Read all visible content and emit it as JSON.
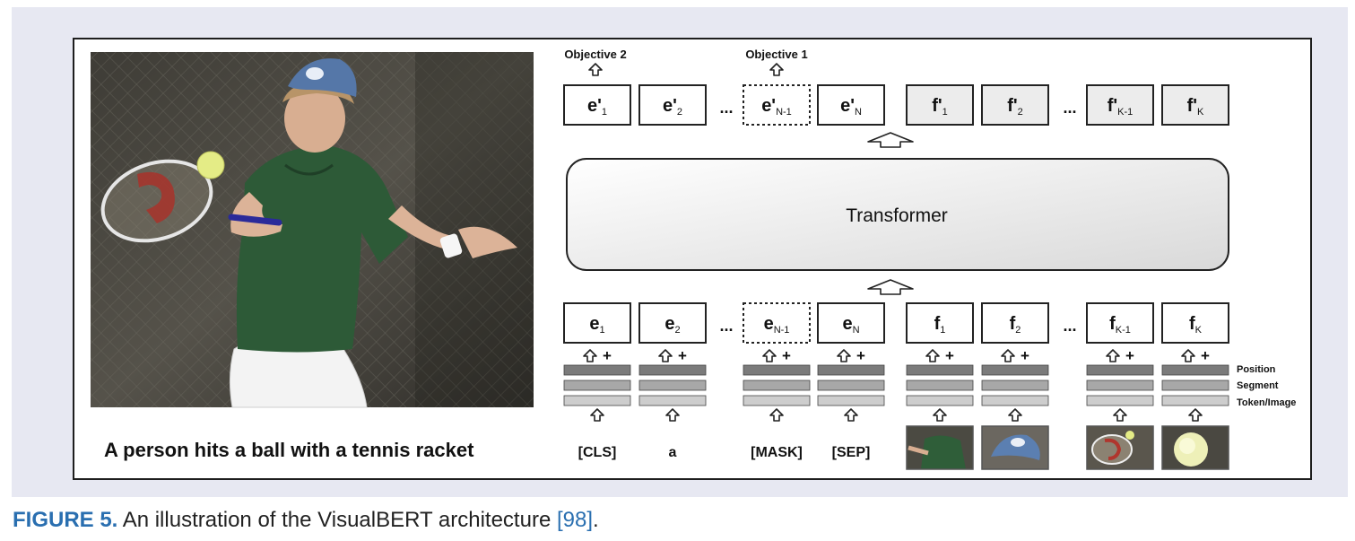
{
  "figure": {
    "caption_label": "FIGURE 5.",
    "caption_text": " An illustration of the VisualBERT architecture ",
    "caption_ref": "[98]",
    "caption_end": "."
  },
  "photo": {
    "subject": "tennis player hitting forehand",
    "caption": "A person hits a ball with a tennis racket"
  },
  "objectives": {
    "obj2": "Objective 2",
    "obj1": "Objective 1"
  },
  "transformer_label": "Transformer",
  "ellipsis": "...",
  "output_tokens": {
    "text": [
      {
        "base": "e'",
        "sub": "1"
      },
      {
        "base": "e'",
        "sub": "2"
      },
      {
        "base": "e'",
        "sub": "N-1",
        "masked": true
      },
      {
        "base": "e'",
        "sub": "N"
      }
    ],
    "image": [
      {
        "base": "f'",
        "sub": "1"
      },
      {
        "base": "f'",
        "sub": "2"
      },
      {
        "base": "f'",
        "sub": "K-1"
      },
      {
        "base": "f'",
        "sub": "K"
      }
    ]
  },
  "input_tokens": {
    "text": [
      {
        "base": "e",
        "sub": "1",
        "word": "[CLS]"
      },
      {
        "base": "e",
        "sub": "2",
        "word": "a"
      },
      {
        "base": "e",
        "sub": "N-1",
        "word": "[MASK]",
        "masked": true
      },
      {
        "base": "e",
        "sub": "N",
        "word": "[SEP]"
      }
    ],
    "image": [
      {
        "base": "f",
        "sub": "1",
        "crop": "player torso"
      },
      {
        "base": "f",
        "sub": "2",
        "crop": "cap"
      },
      {
        "base": "f",
        "sub": "K-1",
        "crop": "racket"
      },
      {
        "base": "f",
        "sub": "K",
        "crop": "tennis ball"
      }
    ]
  },
  "embedding_labels": [
    "Position",
    "Segment",
    "Token/Image"
  ],
  "plus": "+",
  "colors": {
    "panel_bg": "#e7e8f2",
    "output_image_fill": "#ececec",
    "embed_dark": "#7b7b7b",
    "embed_mid": "#a8a8a8",
    "embed_light": "#cdcdcd",
    "caption_accent": "#2a6fb0"
  }
}
